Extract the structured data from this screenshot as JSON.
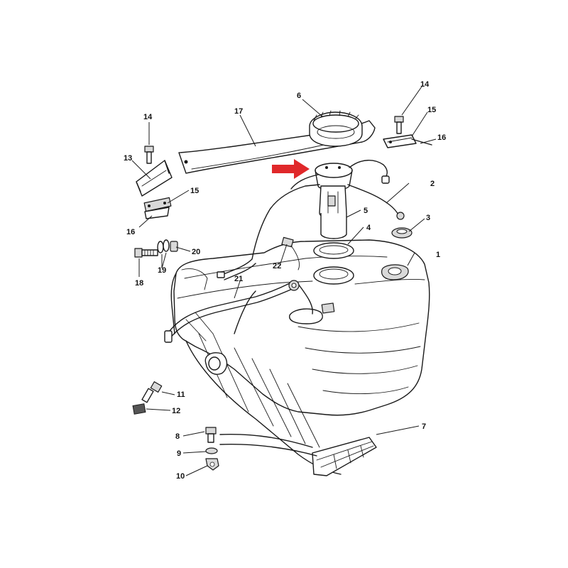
{
  "diagram": {
    "callouts": [
      {
        "id": "c1",
        "text": "1"
      },
      {
        "id": "c2",
        "text": "2"
      },
      {
        "id": "c3",
        "text": "3"
      },
      {
        "id": "c4",
        "text": "4"
      },
      {
        "id": "c5",
        "text": "5"
      },
      {
        "id": "c6",
        "text": "6"
      },
      {
        "id": "c7",
        "text": "7"
      },
      {
        "id": "c8",
        "text": "8"
      },
      {
        "id": "c9",
        "text": "9"
      },
      {
        "id": "c10",
        "text": "10"
      },
      {
        "id": "c11",
        "text": "11"
      },
      {
        "id": "c12",
        "text": "12"
      },
      {
        "id": "c13",
        "text": "13"
      },
      {
        "id": "c14a",
        "text": "14"
      },
      {
        "id": "c14b",
        "text": "14"
      },
      {
        "id": "c15a",
        "text": "15"
      },
      {
        "id": "c15b",
        "text": "15"
      },
      {
        "id": "c16a",
        "text": "16"
      },
      {
        "id": "c16b",
        "text": "16"
      },
      {
        "id": "c17",
        "text": "17"
      },
      {
        "id": "c18",
        "text": "18"
      },
      {
        "id": "c19",
        "text": "19"
      },
      {
        "id": "c20",
        "text": "20"
      },
      {
        "id": "c21",
        "text": "21"
      },
      {
        "id": "c22",
        "text": "22"
      }
    ],
    "highlight_arrow_color": "#e0282a",
    "ink_color": "#1a1a1a"
  }
}
